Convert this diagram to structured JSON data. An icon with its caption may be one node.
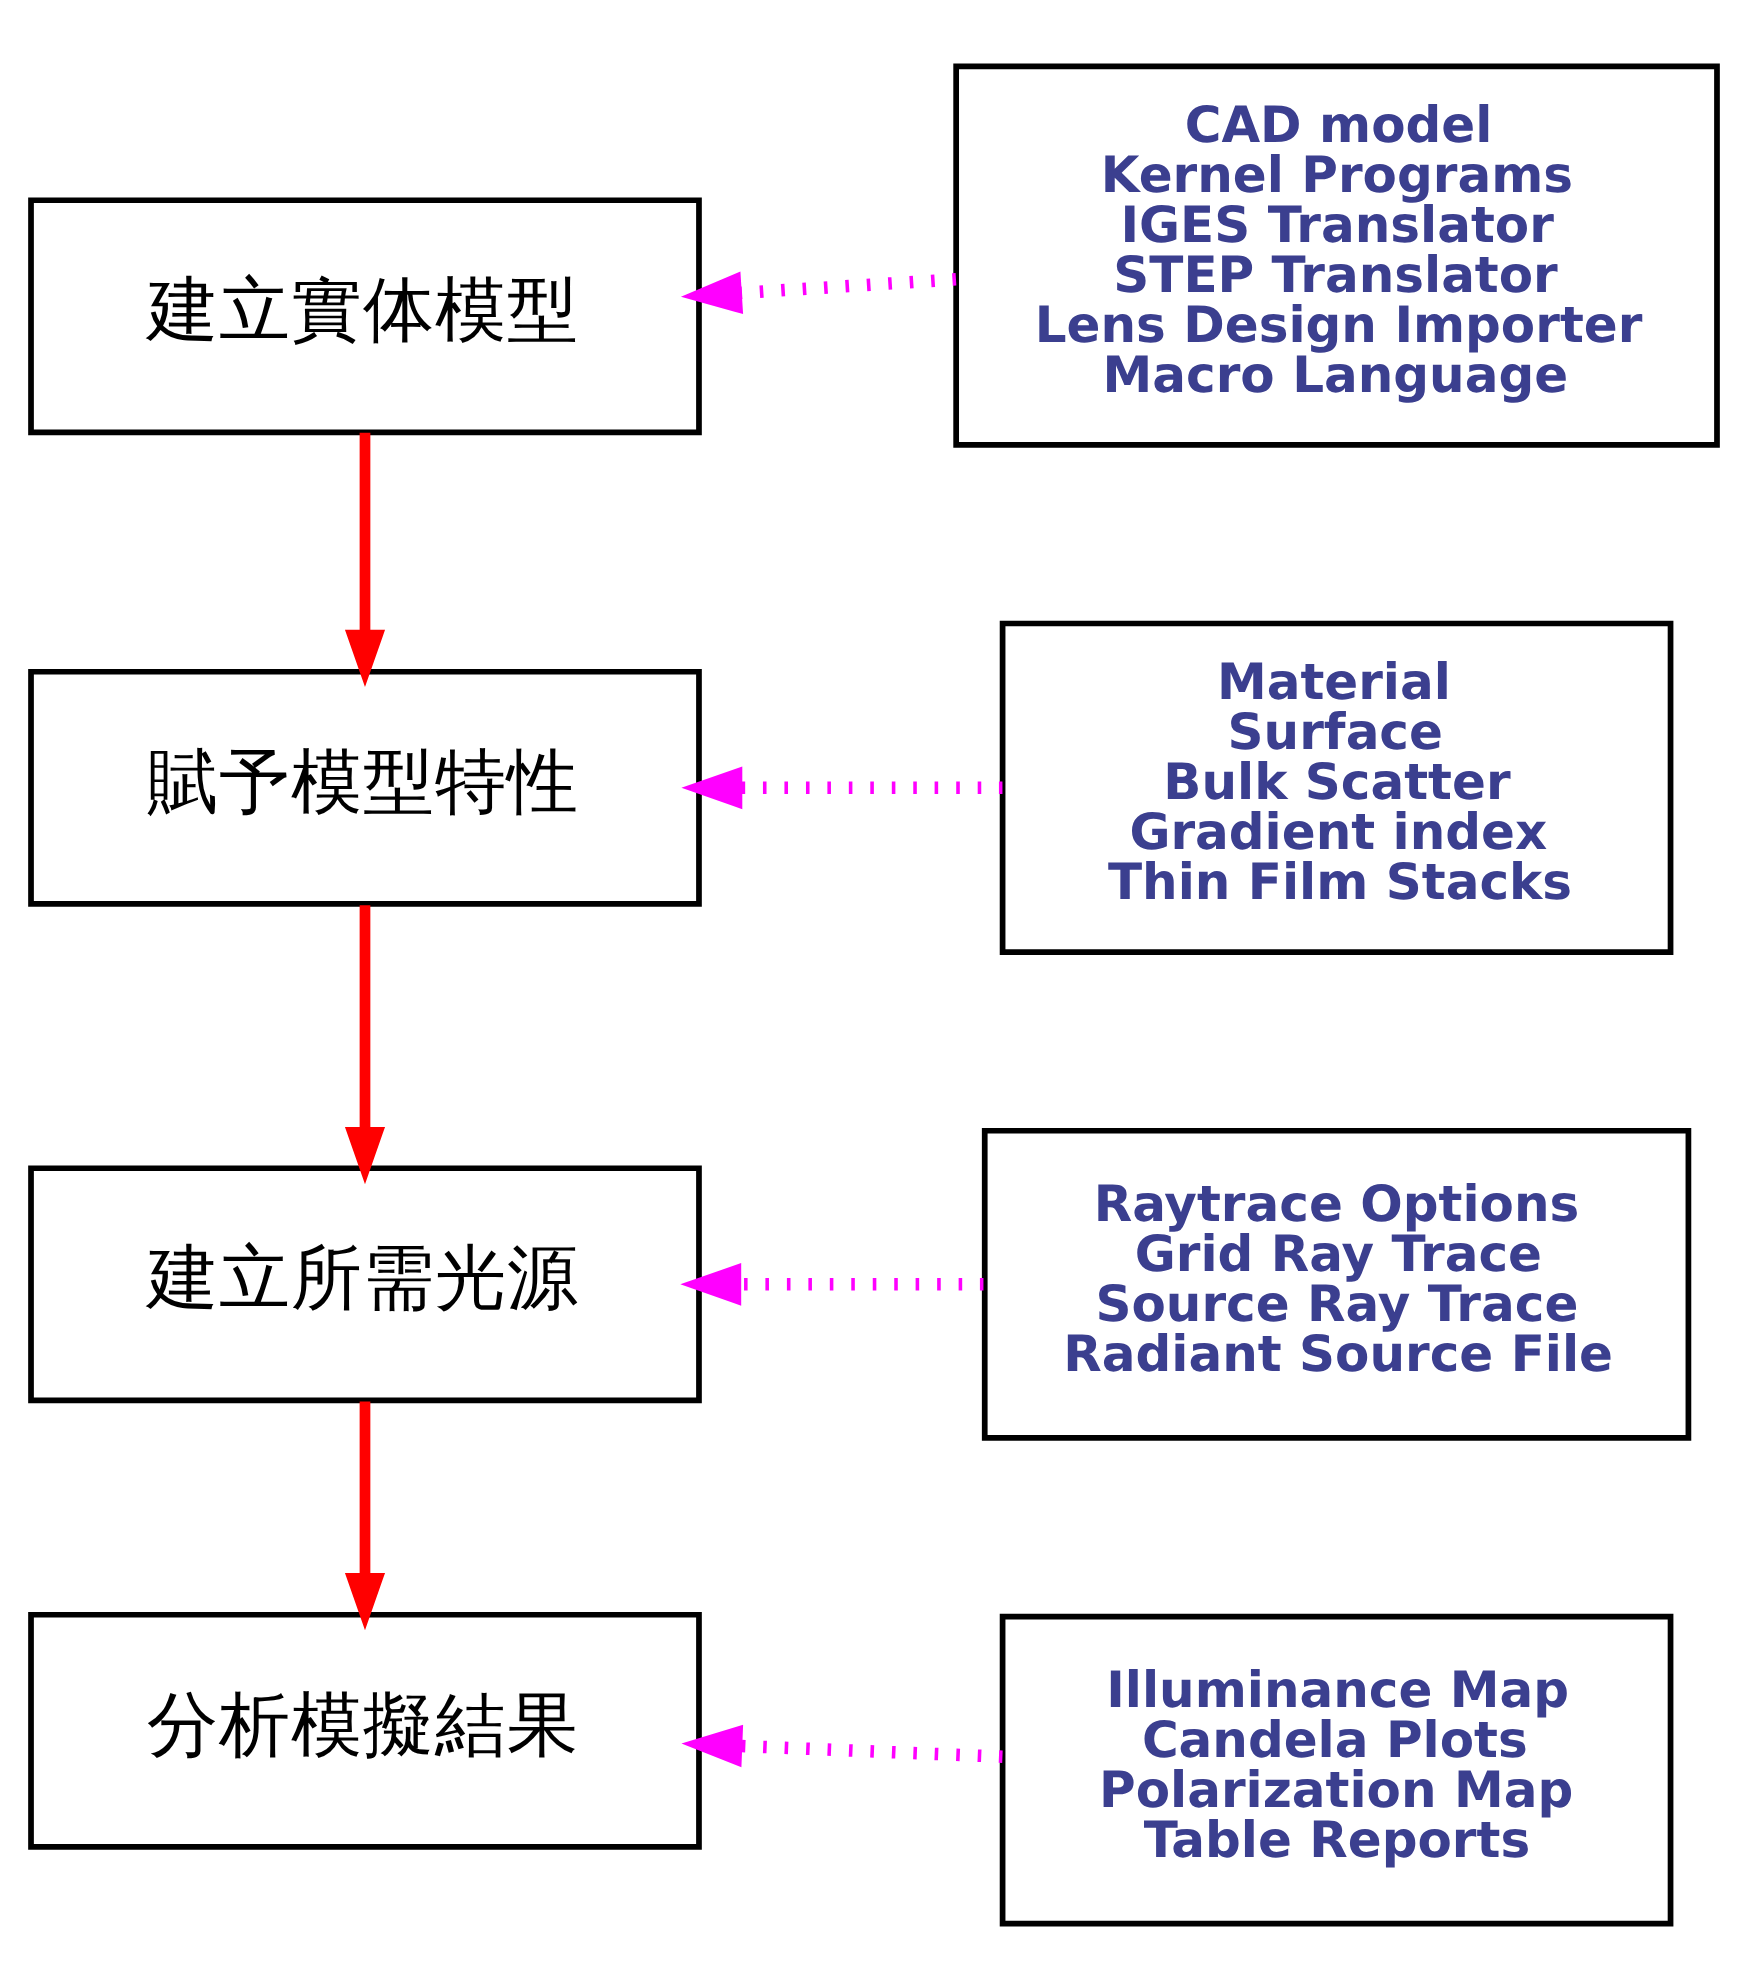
{
  "diagram": {
    "nodes": [
      {
        "text": [
          "建立實体模型"
        ]
      },
      {
        "text": [
          "CAD model",
          "Kernel Programs",
          "IGES Translator",
          "STEP Translator",
          "Lens Design Importer",
          "Macro Language"
        ]
      },
      {
        "text": [
          "賦予模型特性"
        ]
      },
      {
        "text": [
          "Material",
          "Surface",
          "Bulk Scatter",
          "Gradient index",
          "Thin Film Stacks"
        ]
      },
      {
        "text": [
          "建立所需光源"
        ]
      },
      {
        "text": [
          "Raytrace Options",
          "Grid Ray Trace",
          "Source Ray Trace",
          "Radiant Source File"
        ]
      },
      {
        "text": [
          "分析模擬結果"
        ]
      },
      {
        "text": [
          "Illuminance Map",
          "Candela Plots",
          "Polarization Map",
          "Table Reports"
        ]
      }
    ],
    "edges": [
      {
        "from": 1,
        "to": 0,
        "arrow": "to",
        "style": "dashed",
        "color": "#ff00ff"
      },
      {
        "from": 0,
        "to": 2,
        "arrow": "to",
        "color": "#ff0000"
      },
      {
        "from": 3,
        "to": 2,
        "arrow": "to",
        "style": "dashed",
        "color": "#ff00ff"
      },
      {
        "from": 2,
        "to": 4,
        "arrow": "to",
        "color": "#ff0000"
      },
      {
        "from": 5,
        "to": 4,
        "arrow": "to",
        "style": "dashed",
        "color": "#ff00ff"
      },
      {
        "from": 4,
        "to": 6,
        "arrow": "to",
        "color": "#ff0000"
      },
      {
        "from": 7,
        "to": 6,
        "arrow": "to",
        "style": "dashed",
        "color": "#ff00ff"
      }
    ]
  }
}
